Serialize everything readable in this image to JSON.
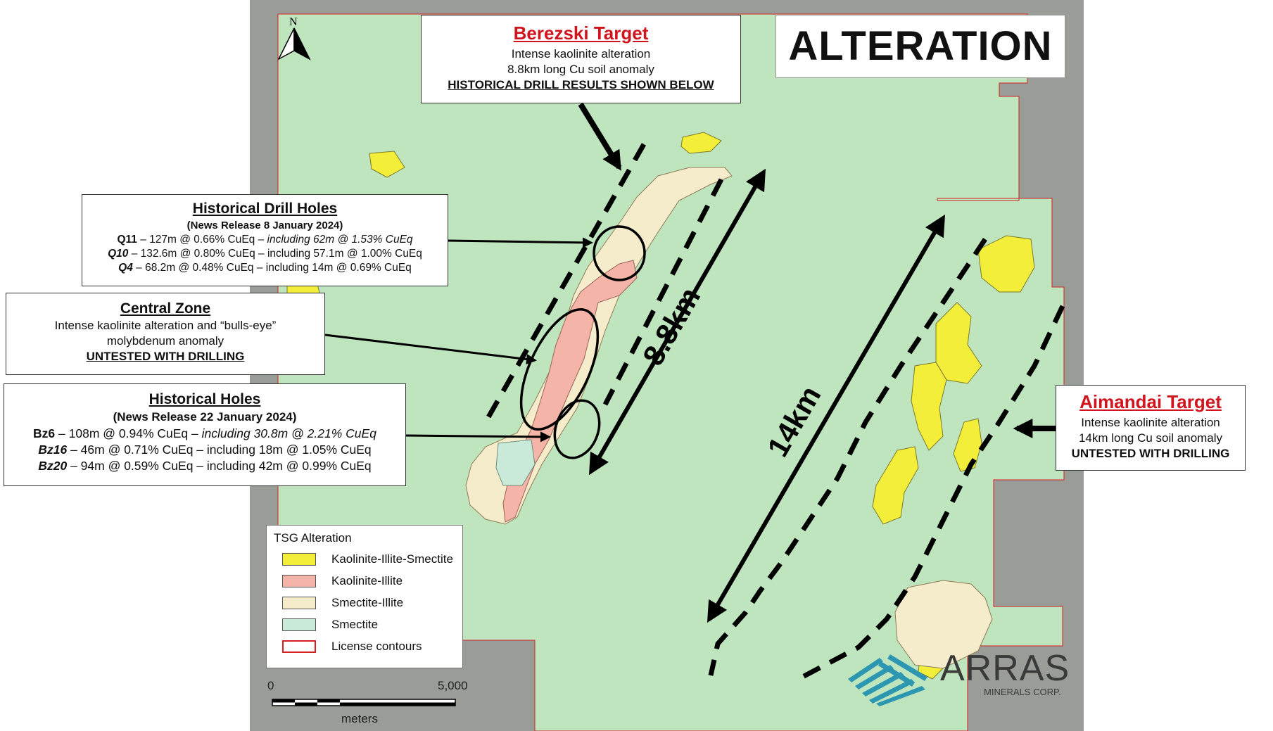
{
  "north_label": "N",
  "header": {
    "title": "ALTERATION"
  },
  "berezski": {
    "title": "Berezski Target",
    "line1": "Intense kaolinite alteration",
    "line2": "8.8km long Cu soil anomaly",
    "line3": "HISTORICAL DRILL RESULTS SHOWN BELOW"
  },
  "drill_holes": {
    "title": "Historical Drill Holes",
    "subtitle": "(News Release 8 January 2024)",
    "rows": [
      {
        "id": "Q11",
        "main": " – 127m @ 0.66% CuEq – ",
        "incl": "including 62m @ 1.53% CuEq"
      },
      {
        "id": "Q10",
        "main": " – 132.6m @ 0.80% CuEq – including 57.1m @ 1.00% CuEq",
        "incl": ""
      },
      {
        "id": "Q4",
        "main": " – 68.2m @ 0.48% CuEq – including 14m @ 0.69% CuEq",
        "incl": ""
      }
    ]
  },
  "central_zone": {
    "title": "Central Zone",
    "line1": "Intense kaolinite alteration and “bulls-eye”",
    "line2": "molybdenum anomaly",
    "line3": "UNTESTED WITH DRILLING"
  },
  "historical_holes": {
    "title": "Historical Holes",
    "subtitle": "(News Release 22 January 2024)",
    "rows": [
      {
        "id": "Bz6",
        "main": " – 108m @ 0.94% CuEq – ",
        "incl": "including 30.8m @ 2.21% CuEq"
      },
      {
        "id": "Bz16",
        "main": " – 46m @ 0.71% CuEq – including 18m @ 1.05% CuEq",
        "incl": ""
      },
      {
        "id": "Bz20",
        "main": " – 94m @ 0.59% CuEq – including 42m @ 0.99% CuEq",
        "incl": ""
      }
    ]
  },
  "aimandai": {
    "title": "Aimandai Target",
    "line1": "Intense kaolinite alteration",
    "line2": "14km long Cu soil anomaly",
    "line3": "UNTESTED WITH DRILLING"
  },
  "distances": {
    "short": "8.8km",
    "long": "14km"
  },
  "legend": {
    "title": "TSG Alteration",
    "items": [
      {
        "label": "Kaolinite-Illite-Smectite",
        "color": "#f2ee3a"
      },
      {
        "label": "Kaolinite-Illite",
        "color": "#f4b4a8"
      },
      {
        "label": "Smectite-Illite",
        "color": "#f5eccb"
      },
      {
        "label": "Smectite",
        "color": "#c9ead8"
      },
      {
        "label": "License contours",
        "color": "#d62020"
      }
    ]
  },
  "scale": {
    "start": "0",
    "end": "5,000",
    "unit": "meters"
  },
  "logo": {
    "name": "ARRAS",
    "sub": "MINERALS CORP."
  },
  "colors": {
    "satellite": "#999b96",
    "license_fill": "#bfe5bf",
    "kaolinite_illite_smectite": "#f2ee3a",
    "kaolinite_illite": "#f4b4a8",
    "smectite_illite": "#f5eccb",
    "smectite": "#c9ead8",
    "target_red": "#d0141e"
  }
}
